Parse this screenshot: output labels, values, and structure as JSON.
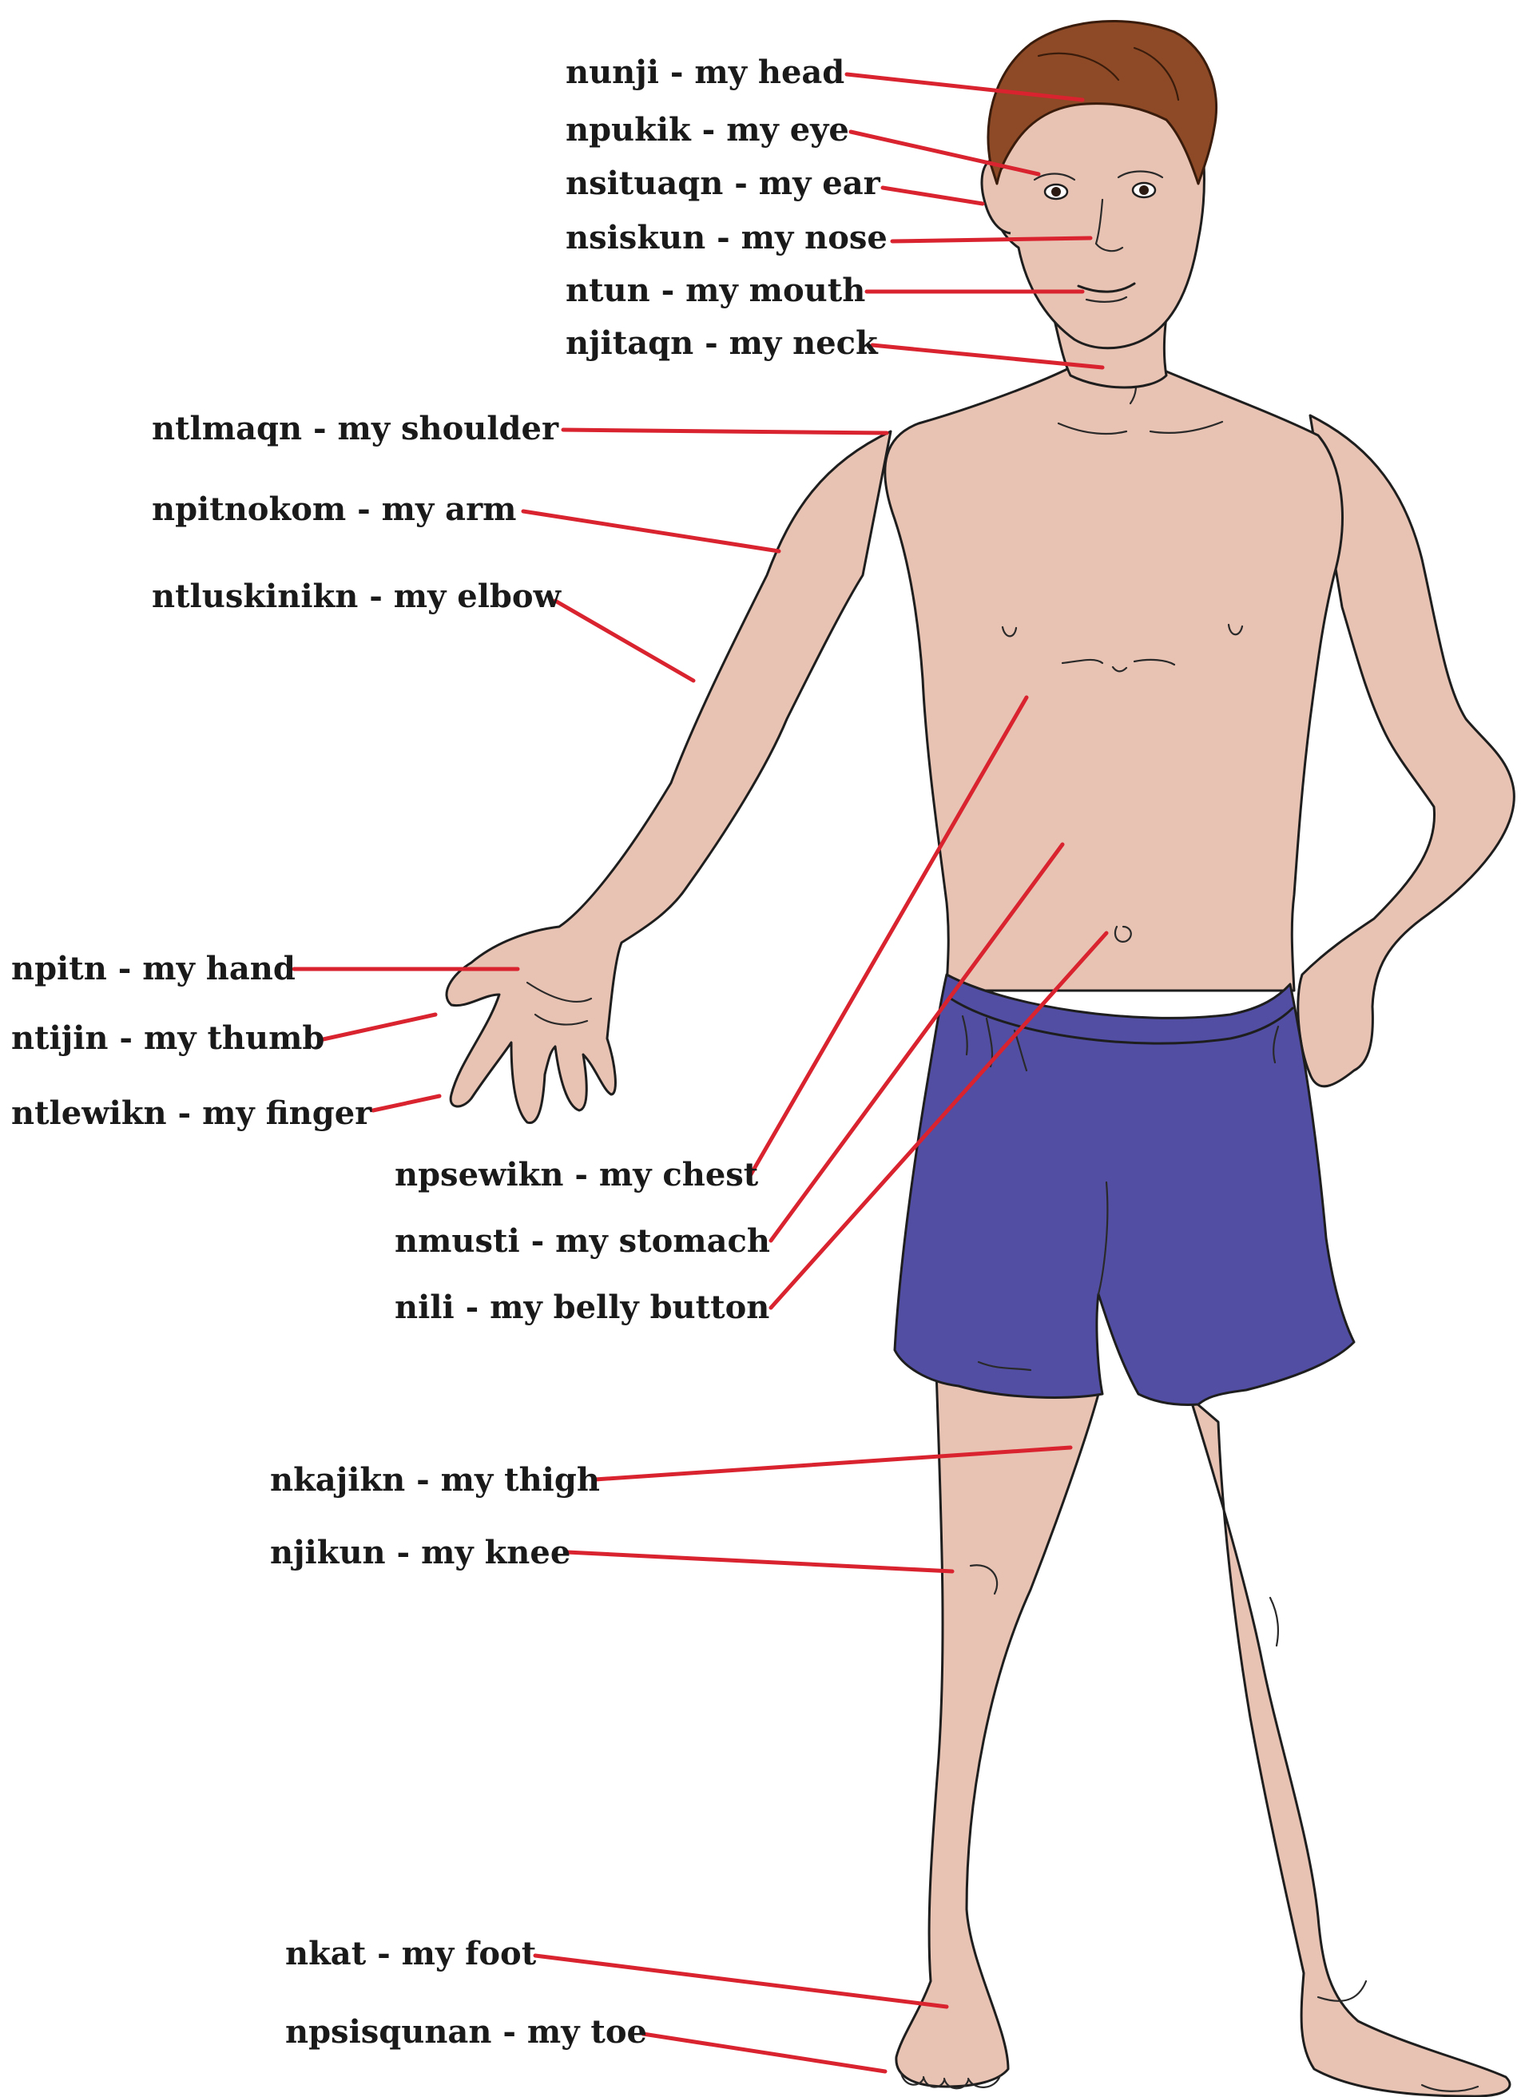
{
  "diagram": {
    "leader_color": "#d9232f",
    "colors": {
      "skin": "#e8c2b2",
      "hair": "#8e4a26",
      "shorts": "#514ea3"
    },
    "labels": [
      {
        "id": "head",
        "text": "nunji - my head"
      },
      {
        "id": "eye",
        "text": "npukik - my eye"
      },
      {
        "id": "ear",
        "text": "nsituaqn - my ear"
      },
      {
        "id": "nose",
        "text": "nsiskun - my nose"
      },
      {
        "id": "mouth",
        "text": "ntun - my mouth"
      },
      {
        "id": "neck",
        "text": "njitaqn - my neck"
      },
      {
        "id": "shoulder",
        "text": "ntlmaqn - my shoulder"
      },
      {
        "id": "arm",
        "text": "npitnokom - my arm"
      },
      {
        "id": "elbow",
        "text": "ntluskinikn - my elbow"
      },
      {
        "id": "hand",
        "text": "npitn - my hand"
      },
      {
        "id": "thumb",
        "text": "ntijin - my thumb"
      },
      {
        "id": "finger",
        "text": "ntlewikn - my finger"
      },
      {
        "id": "chest",
        "text": "npsewikn - my chest"
      },
      {
        "id": "stomach",
        "text": "nmusti - my stomach"
      },
      {
        "id": "belly-button",
        "text": "nili - my belly button"
      },
      {
        "id": "thigh",
        "text": "nkajikn - my thigh"
      },
      {
        "id": "knee",
        "text": "njikun - my knee"
      },
      {
        "id": "foot",
        "text": "nkat - my foot"
      },
      {
        "id": "toe",
        "text": "npsisqunan - my toe"
      }
    ]
  }
}
